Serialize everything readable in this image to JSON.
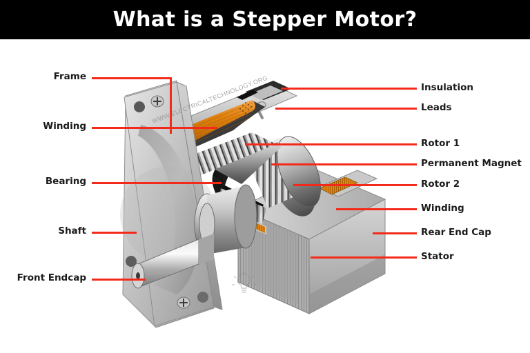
{
  "header": {
    "title": "What is a Stepper Motor?"
  },
  "diagram": {
    "watermark_text": "WWW.ELECTRICALTECHNOLOGY.ORG",
    "bulb_icon": "lightbulb-icon",
    "accent_color": "#F32A1A",
    "header_bg": "#000000",
    "header_fg": "#FFFFFF",
    "winding_color": "#E08214",
    "metal_light": "#D9D9D9",
    "metal_mid": "#A8A8A8",
    "metal_dark": "#6E6E6E"
  },
  "labels_left": [
    {
      "text": "Frame",
      "name": "label-frame"
    },
    {
      "text": "Winding",
      "name": "label-winding-front"
    },
    {
      "text": "Bearing",
      "name": "label-bearing"
    },
    {
      "text": "Shaft",
      "name": "label-shaft"
    },
    {
      "text": "Front Endcap",
      "name": "label-front-endcap"
    }
  ],
  "labels_right": [
    {
      "text": "Insulation",
      "name": "label-insulation"
    },
    {
      "text": "Leads",
      "name": "label-leads"
    },
    {
      "text": "Rotor 1",
      "name": "label-rotor-1"
    },
    {
      "text": "Permanent Magnet",
      "name": "label-permanent-magnet"
    },
    {
      "text": "Rotor 2",
      "name": "label-rotor-2"
    },
    {
      "text": "Winding",
      "name": "label-winding-rear"
    },
    {
      "text": "Rear End Cap",
      "name": "label-rear-end-cap"
    },
    {
      "text": "Stator",
      "name": "label-stator"
    }
  ]
}
